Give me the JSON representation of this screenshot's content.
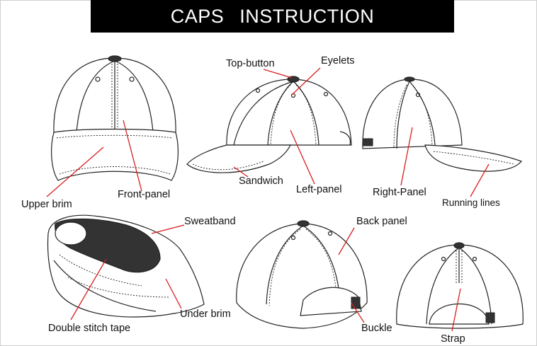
{
  "title": "CAPS INSTRUCTION",
  "labels": {
    "top_button": "Top-button",
    "eyelets": "Eyelets",
    "upper_brim": "Upper brim",
    "front_panel": "Front-panel",
    "sandwich": "Sandwich",
    "left_panel": "Left-panel",
    "right_panel": "Right-Panel",
    "running_lines": "Running lines",
    "sweatband": "Sweatband",
    "back_panel": "Back panel",
    "under_brim": "Under brim",
    "double_stitch_tape": "Double stitch tape",
    "buckle": "Buckle",
    "strap": "Strap"
  },
  "colors": {
    "pointer": "#d91f1f",
    "title_bg": "#000000",
    "title_text": "#ffffff"
  }
}
